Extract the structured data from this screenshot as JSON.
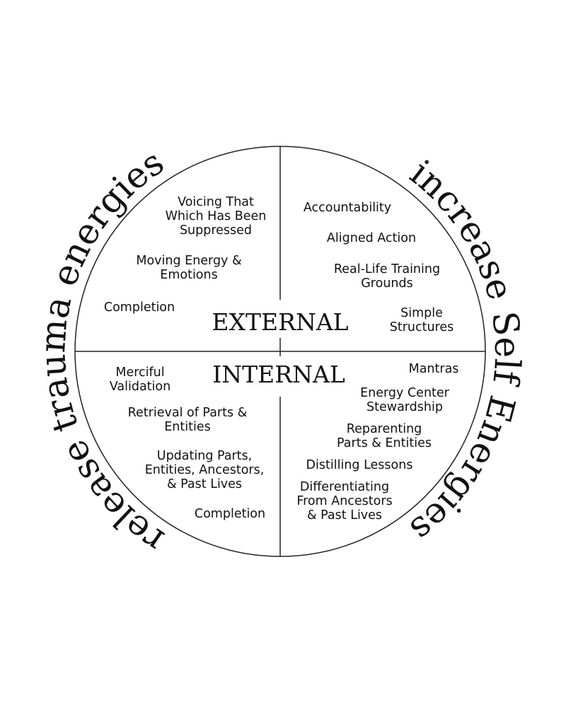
{
  "arc_left": "release trauma energies",
  "arc_right": "increase Self Energies",
  "external_label": "EXTERNAL",
  "internal_label": "INTERNAL",
  "top_left": [
    [
      "Voicing That",
      "Which Has Been",
      "Suppressed"
    ],
    [
      "Moving Energy &",
      "Emotions"
    ],
    [
      "Completion"
    ]
  ],
  "top_right": [
    [
      "Accountability"
    ],
    [
      "Aligned Action"
    ],
    [
      "Real-Life Training",
      "Grounds"
    ],
    [
      "Simple",
      "Structures"
    ]
  ],
  "bottom_left": [
    [
      "Merciful",
      "Validation"
    ],
    [
      "Retrieval of Parts &",
      "Entities"
    ],
    [
      "Updating Parts,",
      "Entities, Ancestors,",
      "& Past Lives"
    ],
    [
      "Completion"
    ]
  ],
  "bottom_right": [
    [
      "Mantras"
    ],
    [
      "Energy Center",
      "Stewardship"
    ],
    [
      "Reparenting",
      "Parts & Entities"
    ],
    [
      "Distilling Lessons"
    ],
    [
      "Differentiating",
      "From Ancestors",
      "& Past Lives"
    ]
  ]
}
